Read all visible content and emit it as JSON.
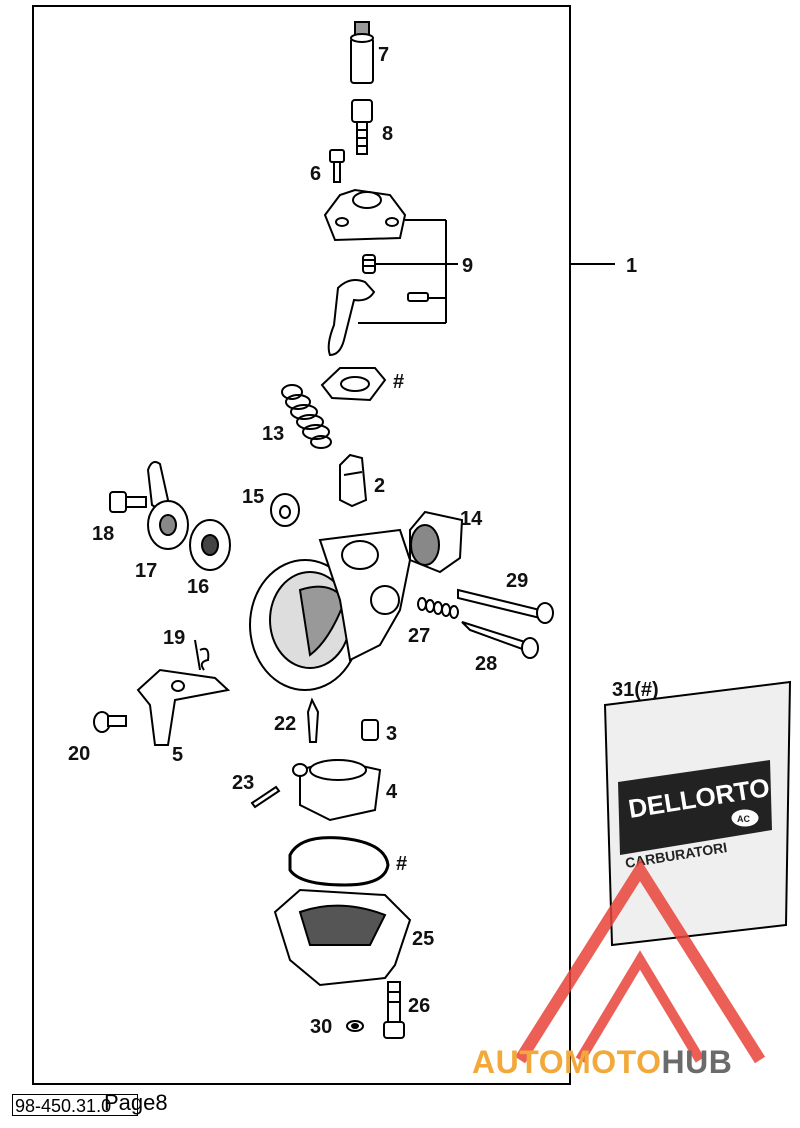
{
  "parts": {
    "p1": "1",
    "p2": "2",
    "p3": "3",
    "p4": "4",
    "p5": "5",
    "p6": "6",
    "p7": "7",
    "p8": "8",
    "p9": "9",
    "p13": "13",
    "p14": "14",
    "p15": "15",
    "p16": "16",
    "p17": "17",
    "p18": "18",
    "p19": "19",
    "p20": "20",
    "p22": "22",
    "p23": "23",
    "p25": "25",
    "p26": "26",
    "p27": "27",
    "p28": "28",
    "p29": "29",
    "p30": "30",
    "p31": "31(#)",
    "hash_a": "#",
    "hash_b": "#"
  },
  "bag": {
    "brand": "DELLORTO",
    "sub": "CARBURATORI",
    "badge": "AC"
  },
  "footer": {
    "code": "98-450.31.0",
    "page": "Page8"
  },
  "watermark": {
    "part_a": "AUTOMOTO",
    "part_b": "HUB"
  },
  "colors": {
    "line": "#000000",
    "watermark_red": "#e8443a",
    "watermark_orange": "#f2a93a",
    "watermark_gray": "#6b6b6b"
  }
}
